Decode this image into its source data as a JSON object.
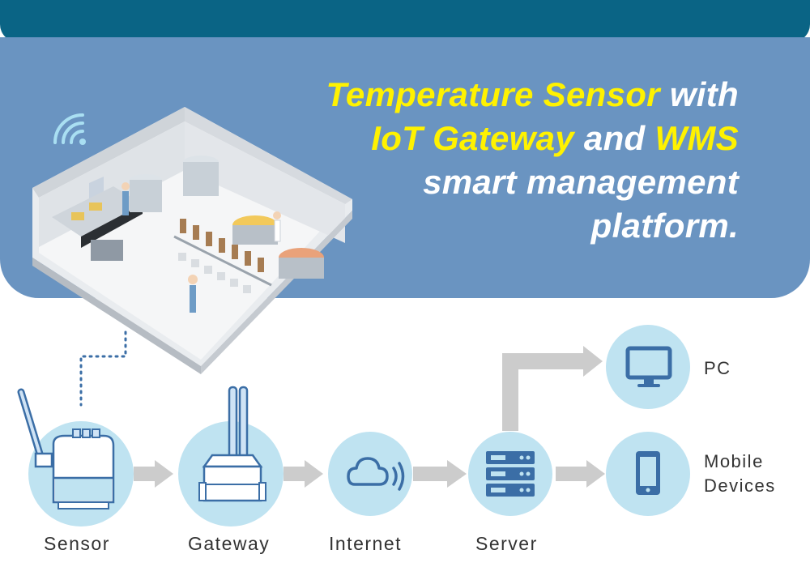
{
  "headline": {
    "line1": {
      "highlight": "Temperature Sensor",
      "rest": " with"
    },
    "line2": {
      "highlight1": "IoT Gateway",
      "middle": " and ",
      "highlight2": "WMS"
    },
    "line3": "smart management",
    "line4": "platform."
  },
  "nodes": {
    "sensor": "Sensor",
    "gateway": "Gateway",
    "internet": "Internet",
    "server": "Server",
    "pc": "PC",
    "mobile_line1": "Mobile",
    "mobile_line2": "Devices"
  },
  "colors": {
    "top_bar": "#0a6485",
    "hero": "#6a94c1",
    "highlight": "#fff200",
    "node_circle": "#bfe3f1",
    "arrow": "#cccccc",
    "icon_blue": "#3b6ea6"
  }
}
